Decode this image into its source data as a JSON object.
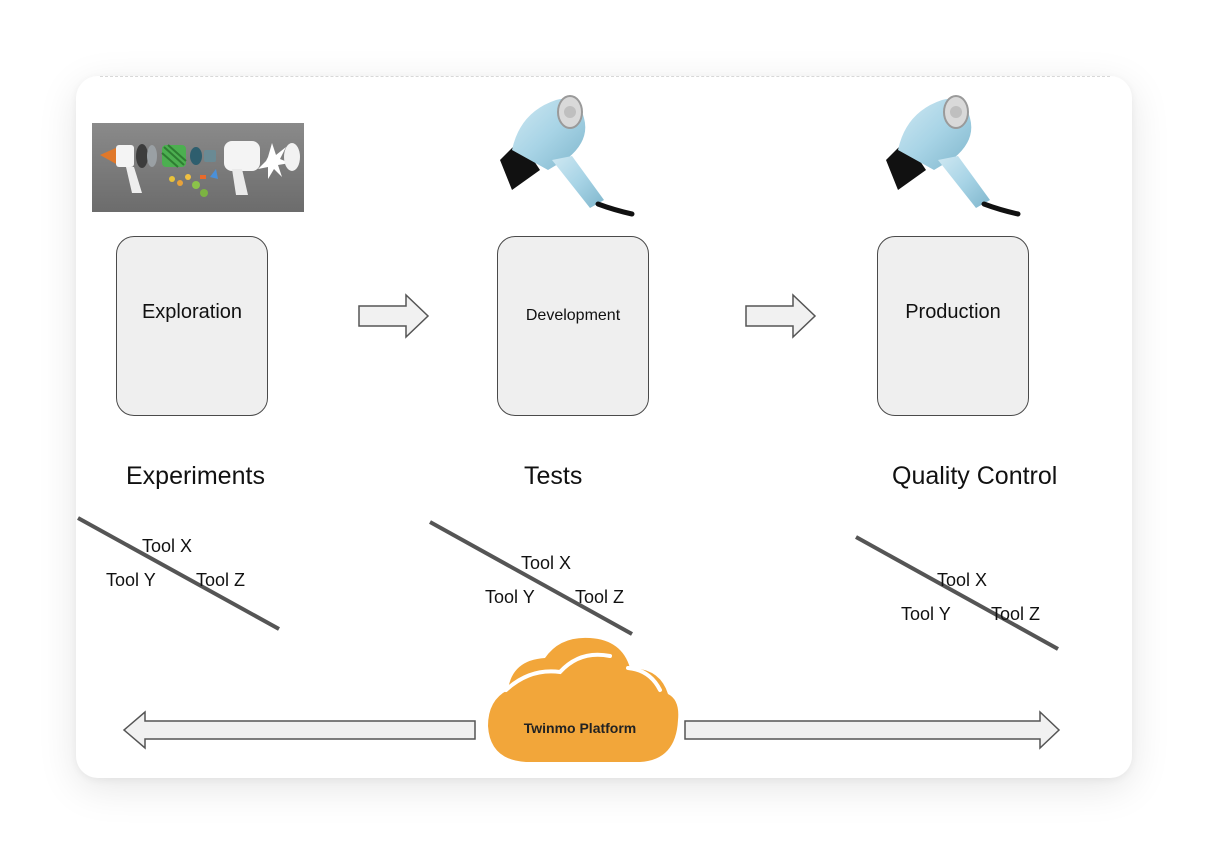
{
  "stages": [
    {
      "label": "Exploration"
    },
    {
      "label": "Development"
    },
    {
      "label": "Production"
    }
  ],
  "phases": [
    {
      "label": "Experiments"
    },
    {
      "label": "Tests"
    },
    {
      "label": "Quality Control"
    }
  ],
  "tool_groups": [
    {
      "top": "Tool X",
      "left": "Tool Y",
      "right": "Tool Z"
    },
    {
      "top": "Tool X",
      "left": "Tool Y",
      "right": "Tool Z"
    },
    {
      "top": "Tool X",
      "left": "Tool Y",
      "right": "Tool Z"
    }
  ],
  "platform": {
    "label": "Twinmo Platform"
  },
  "colors": {
    "cloud": "#F2A63A",
    "box_fill": "#EFEFEF",
    "arrow_fill": "#F1F1F1",
    "dryer_body": "#A8D4E6",
    "thumbnail_bg": "#7A7A7A"
  },
  "icons": {
    "exploded_view": "exploded-hair-dryer-icon",
    "dryer": "hair-dryer-icon",
    "cloud": "cloud-icon"
  }
}
